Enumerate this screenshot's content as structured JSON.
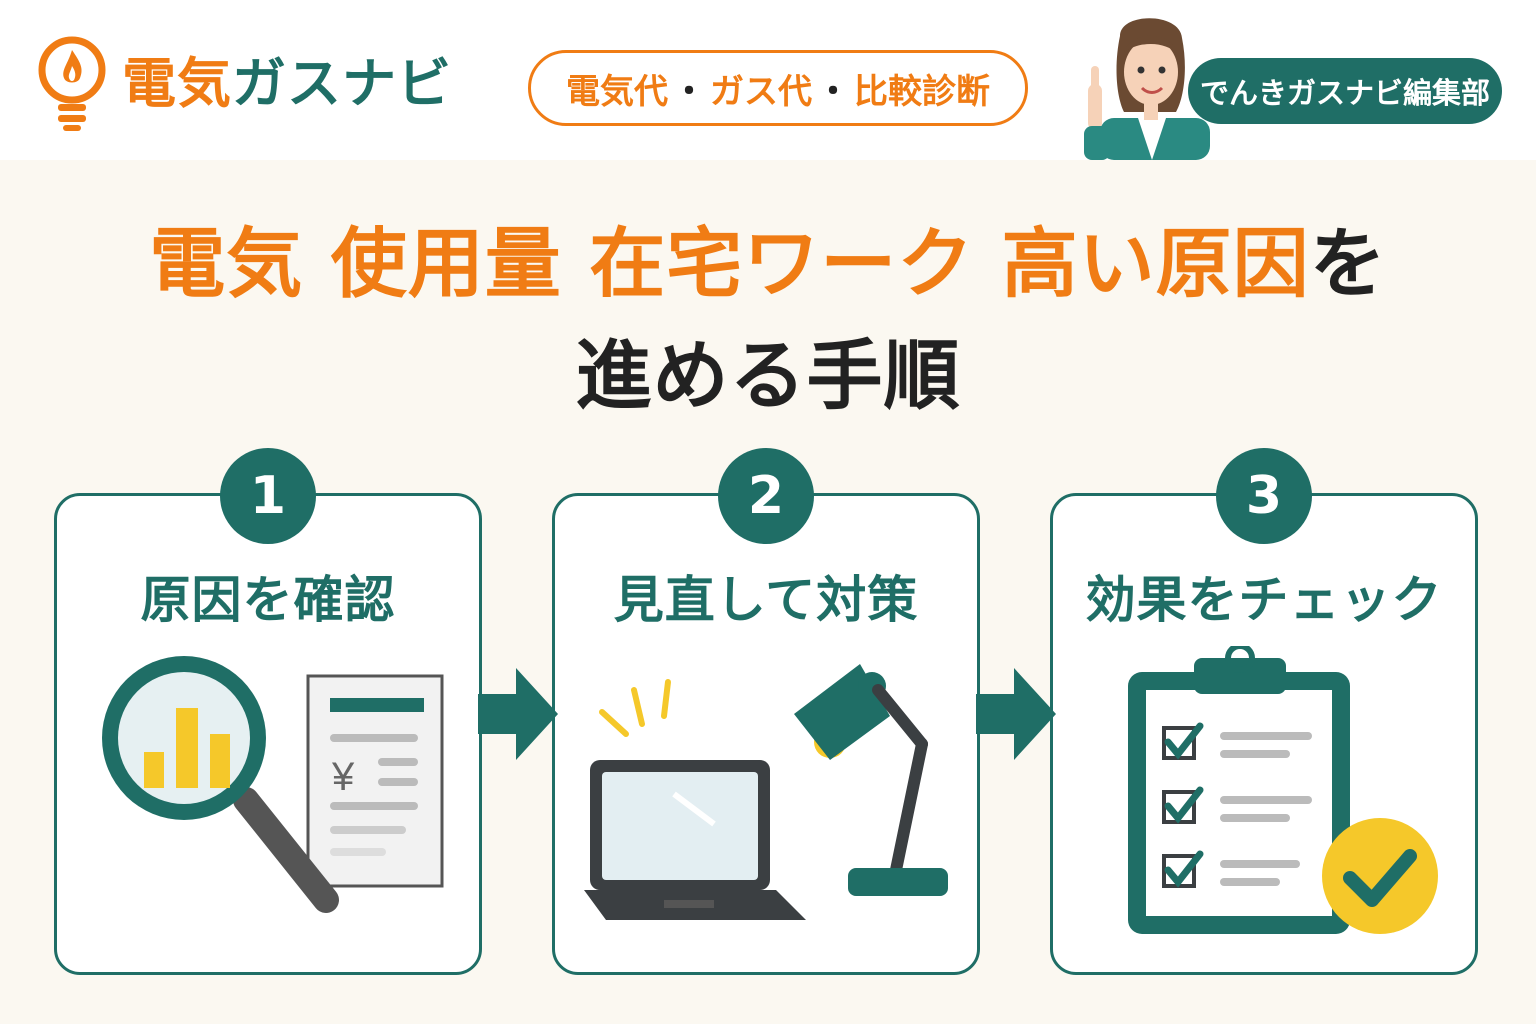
{
  "brand": {
    "logo_part1": "電気",
    "logo_part2": "ガスナビ"
  },
  "header": {
    "pill_part1": "電気代",
    "pill_sep1": "・",
    "pill_part2": "ガス代",
    "pill_sep2": "・",
    "pill_part3": "比較診断",
    "editor": "でんきガスナビ編集部"
  },
  "title": {
    "highlight": "電気 使用量 在宅ワーク 高い原因",
    "particle": "を",
    "line2": "進める手順"
  },
  "steps": [
    {
      "number": "1",
      "label": "原因を確認"
    },
    {
      "number": "2",
      "label": "見直して対策"
    },
    {
      "number": "3",
      "label": "効果をチェック"
    }
  ],
  "receipt_currency": "¥",
  "colors": {
    "orange": "#f07c14",
    "teal": "#1f6e66",
    "yellow": "#f5c82a",
    "background": "#fbf8f1"
  }
}
